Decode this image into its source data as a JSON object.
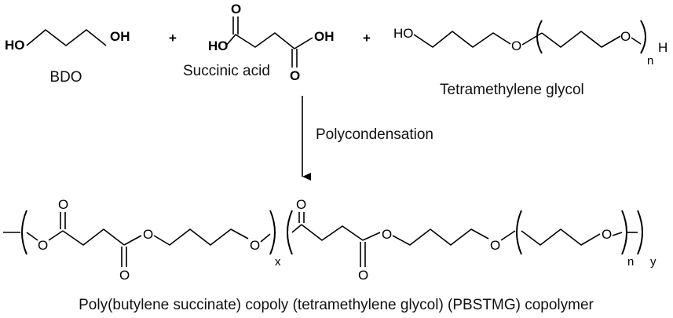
{
  "reactants": {
    "bdo": {
      "name": "BDO",
      "left_group": "HO",
      "right_group": "OH"
    },
    "plus_1": "+",
    "succinic_acid": {
      "name": "Succinic acid",
      "left_group": "HO",
      "right_group": "OH",
      "top_atom": "O",
      "bottom_atom": "O"
    },
    "plus_2": "+",
    "tmg": {
      "name": "Tetramethylene glycol",
      "left_group": "HO",
      "ether_o1": "O",
      "ether_o2": "O",
      "end_h": "H",
      "repeat_n": "n"
    }
  },
  "arrow": {
    "label": "Polycondensation"
  },
  "product": {
    "atoms": {
      "o1": "O",
      "carbonyl1": "O",
      "o2": "O",
      "carbonyl2": "O",
      "o3": "O",
      "carbonyl3": "O",
      "o4": "O",
      "o5": "O",
      "o6": "O"
    },
    "sub_x": "x",
    "sub_n": "n",
    "sub_y": "y",
    "caption": "Poly(butylene succinate) copoly (tetramethylene glycol) (PBSTMG) copolymer"
  }
}
